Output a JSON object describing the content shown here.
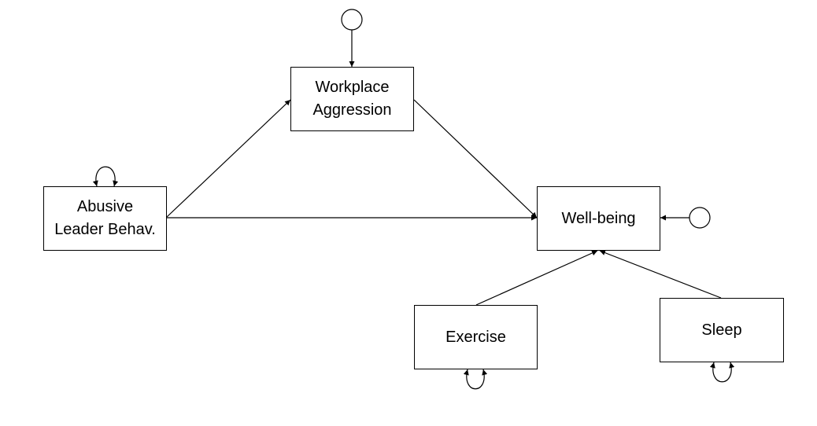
{
  "diagram": {
    "type": "path-diagram",
    "line_color": "#000000",
    "nodes": {
      "abusive": {
        "line1": "Abusive",
        "line2": "Leader Behav."
      },
      "workplace": {
        "line1": "Workplace",
        "line2": "Aggression"
      },
      "wellbeing": {
        "label": "Well-being"
      },
      "exercise": {
        "label": "Exercise"
      },
      "sleep": {
        "label": "Sleep"
      }
    },
    "paths": [
      {
        "from": "abusive",
        "to": "workplace"
      },
      {
        "from": "abusive",
        "to": "wellbeing"
      },
      {
        "from": "workplace",
        "to": "wellbeing"
      },
      {
        "from": "exercise",
        "to": "wellbeing"
      },
      {
        "from": "sleep",
        "to": "wellbeing"
      }
    ],
    "error_terms": [
      "workplace",
      "wellbeing"
    ],
    "variances": [
      "abusive",
      "exercise",
      "sleep"
    ]
  }
}
